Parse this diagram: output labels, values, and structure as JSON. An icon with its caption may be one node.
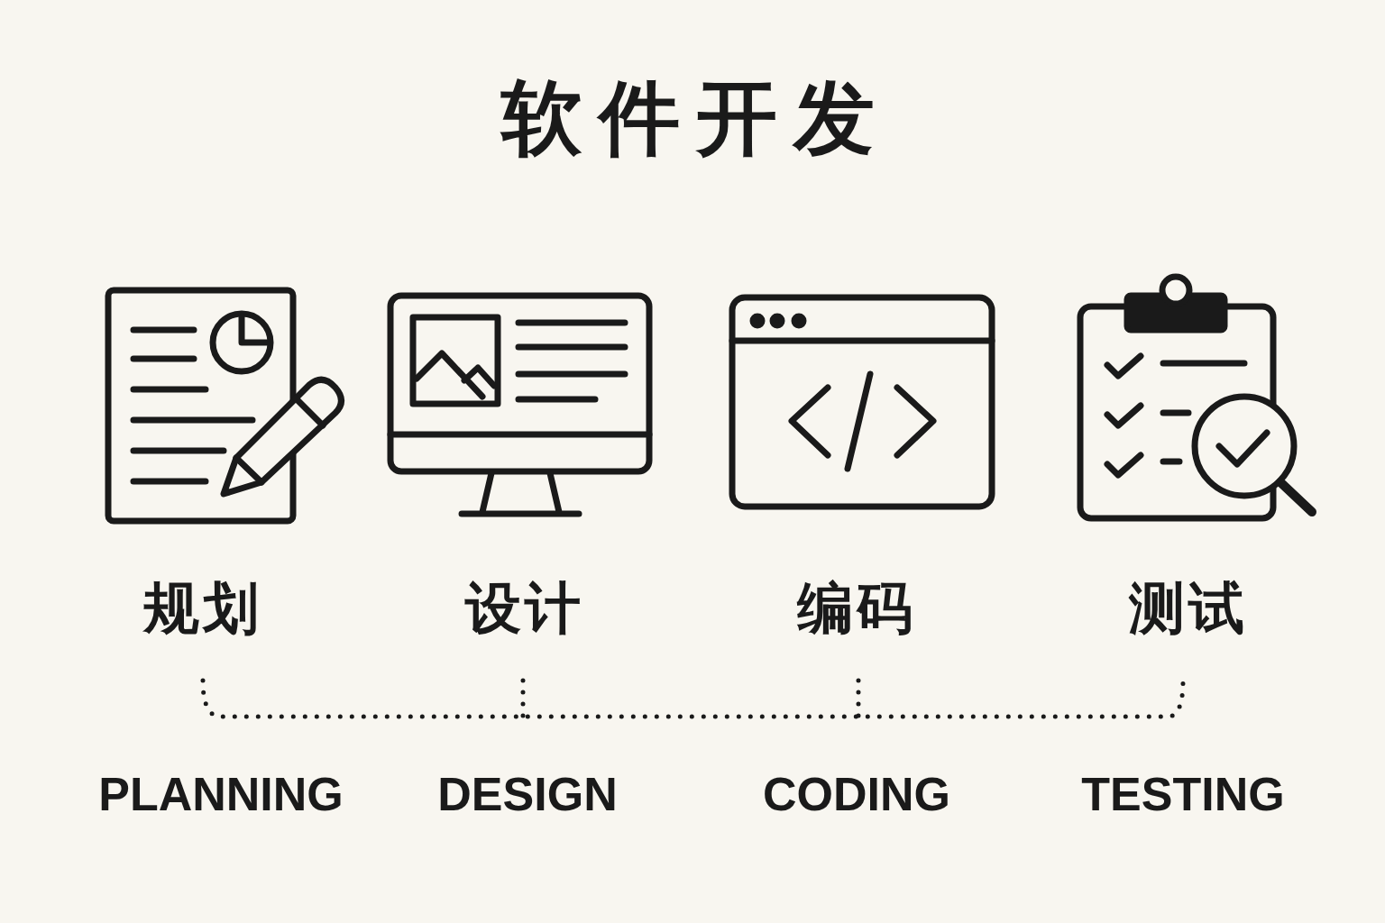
{
  "diagram": {
    "title": "软件开发",
    "labels": [
      "规划",
      "设计",
      "编码",
      "测试",
      "PLANNING",
      "DESIGN",
      "CODING",
      "TESTING"
    ]
  }
}
